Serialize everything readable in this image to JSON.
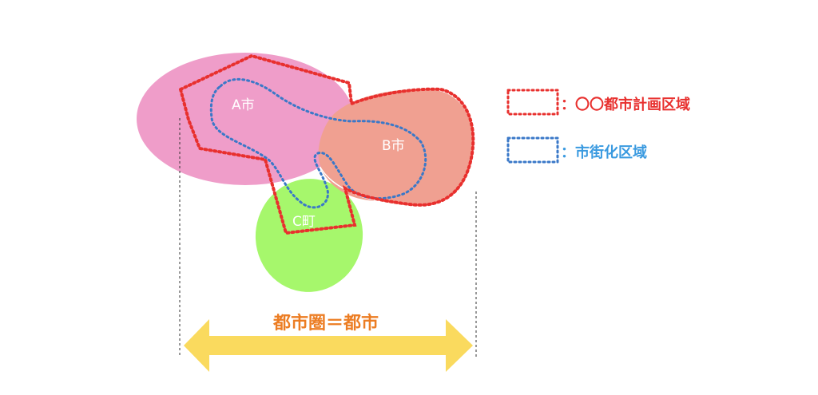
{
  "diagram": {
    "regions": {
      "city_a": {
        "label": "A市",
        "color": "#ef9dc9"
      },
      "city_b": {
        "label": "B市",
        "color": "#f0a091"
      },
      "town_c": {
        "label": "C町",
        "color": "#a6f76c"
      }
    },
    "boundaries": {
      "city_planning_area": {
        "color": "#e8302e",
        "style": "dotted"
      },
      "urbanization_area": {
        "color": "#3a78c8",
        "style": "dotted"
      }
    },
    "legend": [
      {
        "key": "city_planning_area",
        "text": "：〇〇都市計画区域",
        "color": "#e8302e"
      },
      {
        "key": "urbanization_area",
        "text": "：市街化区域",
        "color": "#3a9ae0"
      }
    ],
    "span": {
      "label": "都市圏＝都市",
      "label_color": "#ec7d23",
      "arrow_color": "#fada5e",
      "guide_color": "#333333"
    }
  }
}
